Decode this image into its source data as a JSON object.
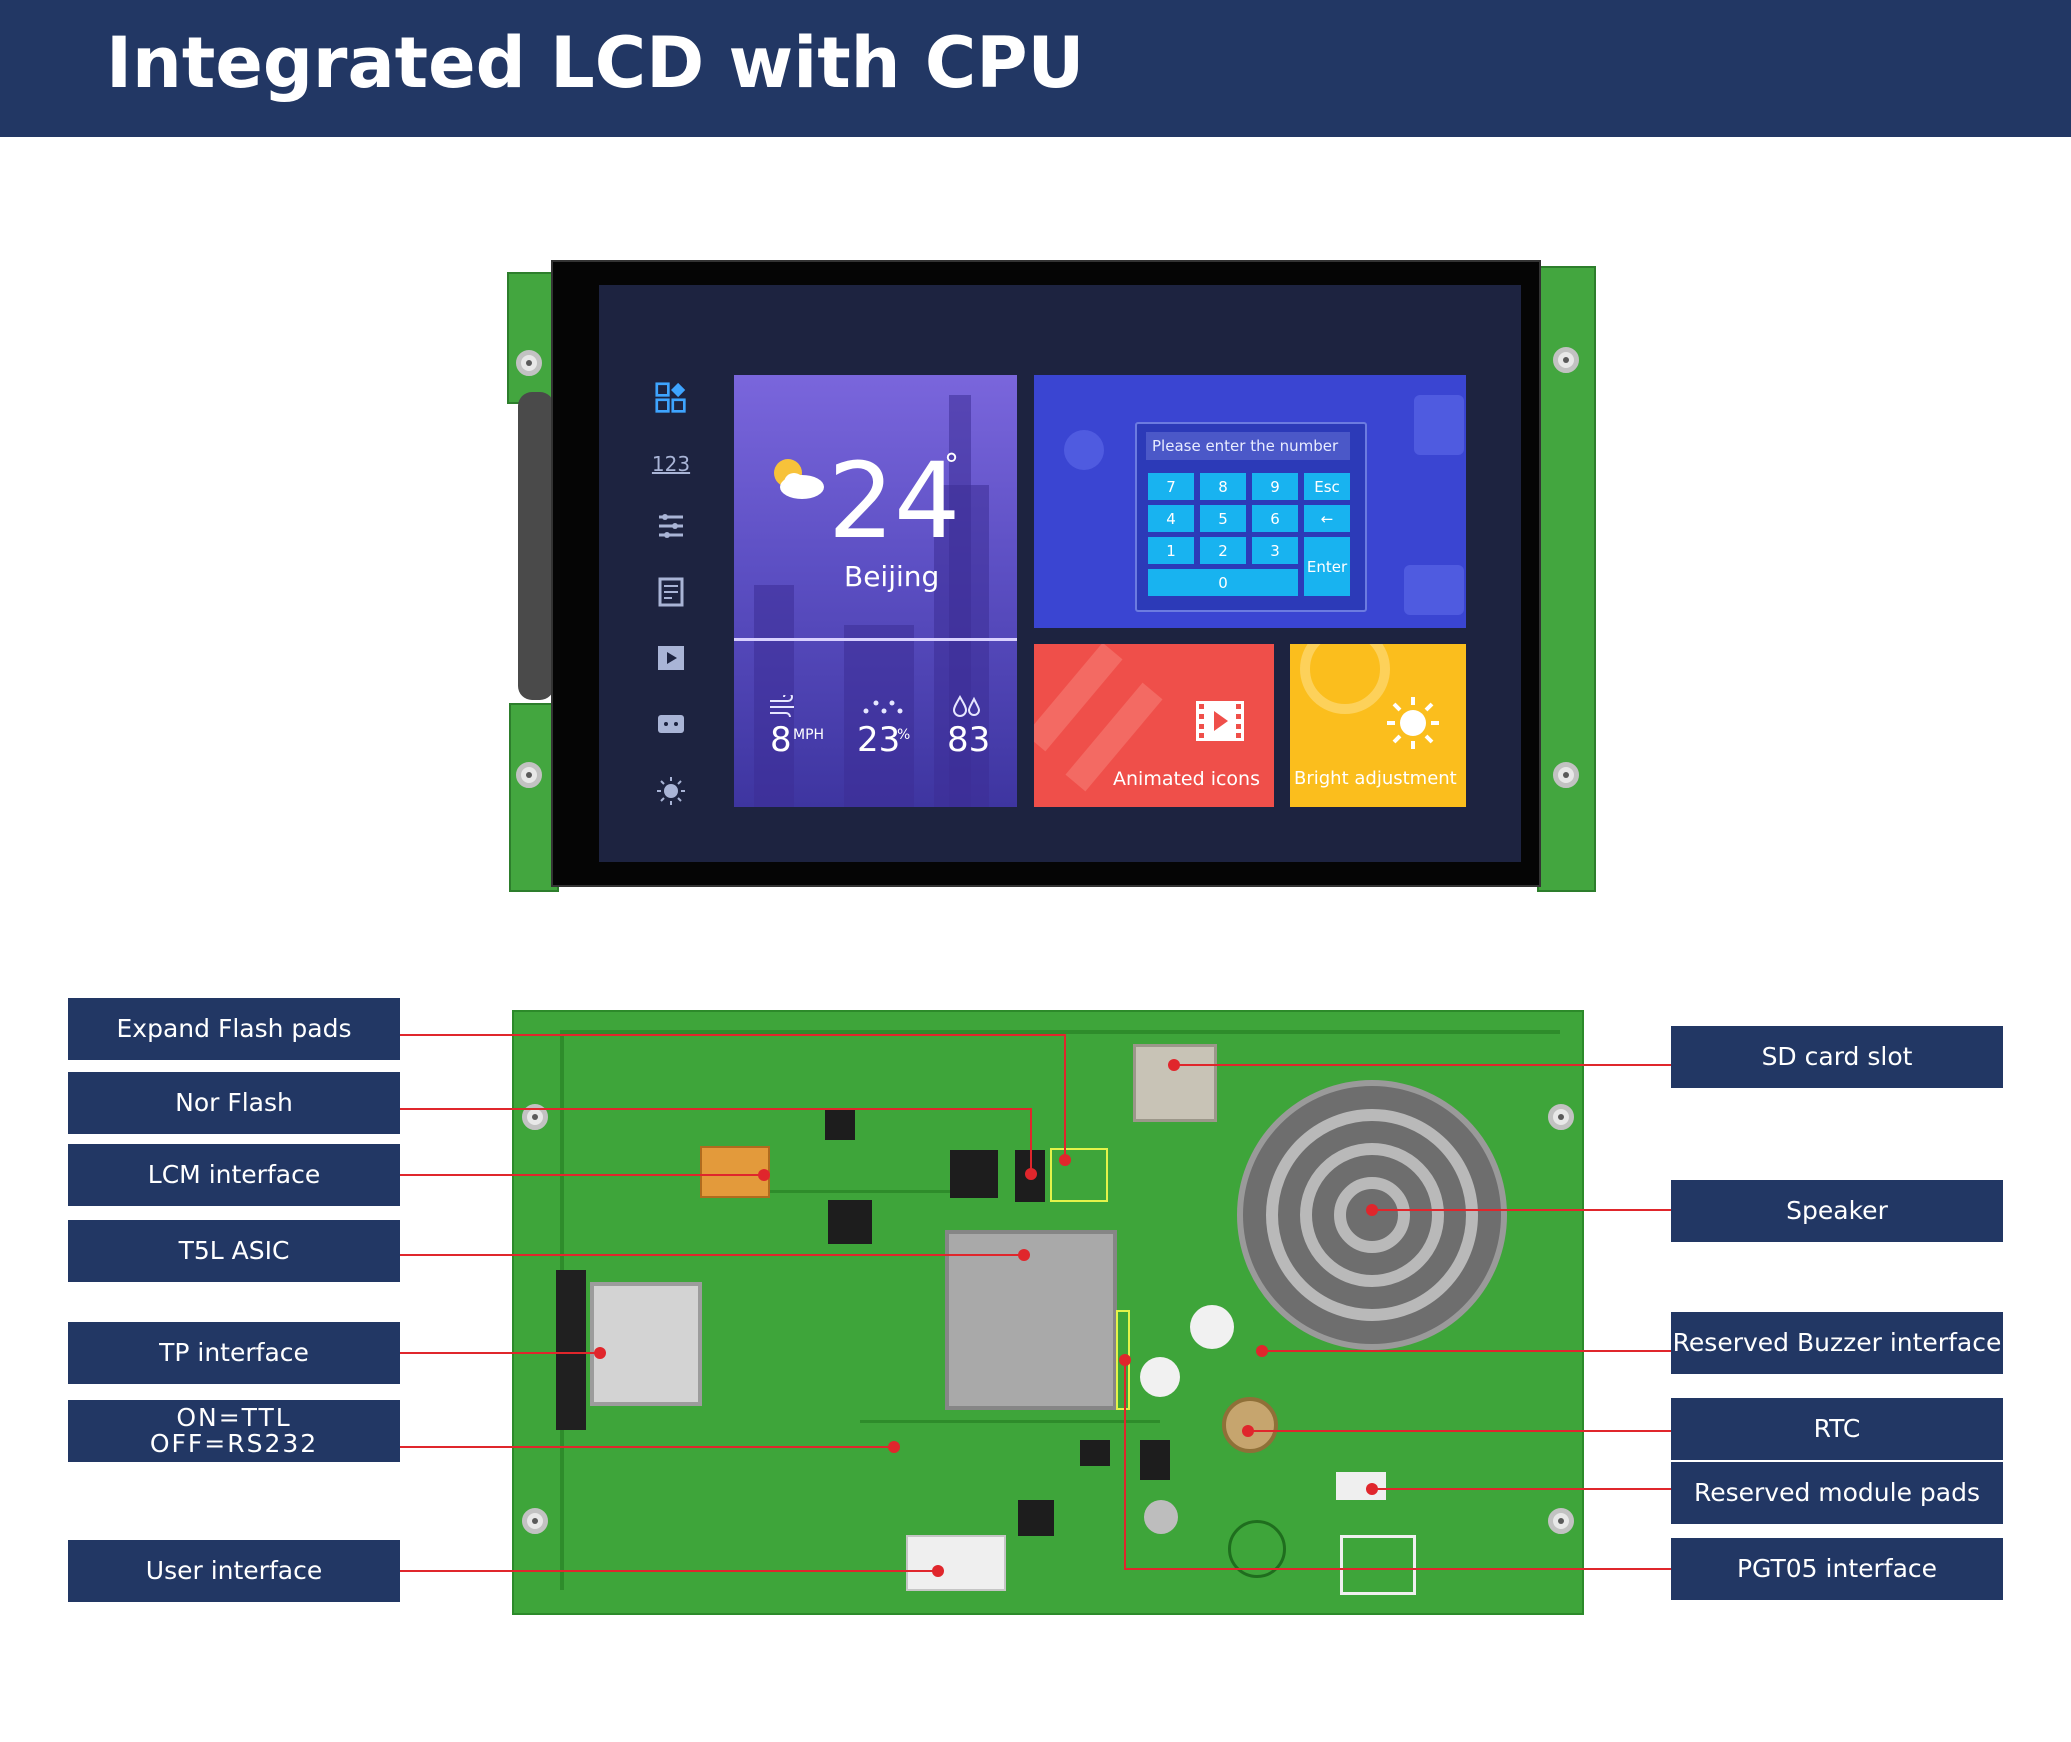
{
  "header": {
    "title": "Integrated LCD with CPU"
  },
  "lcd_ui": {
    "side_icons": [
      "apps-icon",
      "number-pad-icon",
      "sliders-icon",
      "notes-icon",
      "video-icon",
      "chat-icon",
      "brightness-icon"
    ],
    "side_icon_123": "123",
    "weather": {
      "temperature": "24",
      "degree": "°",
      "city": "Beijing",
      "wind_value": "8",
      "wind_unit": "MPH",
      "precip_value": "23",
      "precip_unit": "%",
      "humidity_value": "83"
    },
    "keypad": {
      "prompt": "Please enter the number",
      "keys_row1": [
        "7",
        "8",
        "9",
        "Esc"
      ],
      "keys_row2": [
        "4",
        "5",
        "6",
        "←"
      ],
      "keys_row3": [
        "1",
        "2",
        "3"
      ],
      "key_zero": "0",
      "key_enter": "Enter"
    },
    "tiles": {
      "animated": "Animated icons",
      "bright": "Bright adjustment"
    }
  },
  "callouts": {
    "left": [
      {
        "id": "expand-flash",
        "text": "Expand Flash pads"
      },
      {
        "id": "nor-flash",
        "text": "Nor Flash"
      },
      {
        "id": "lcm",
        "text": "LCM interface"
      },
      {
        "id": "asic",
        "text": "T5L ASIC"
      },
      {
        "id": "tp",
        "text": "TP interface"
      },
      {
        "id": "ttl-line1",
        "text": "ON=TTL"
      },
      {
        "id": "ttl-line2",
        "text": "OFF=RS232"
      },
      {
        "id": "user",
        "text": "User interface"
      }
    ],
    "right": [
      {
        "id": "sd",
        "text": "SD card slot"
      },
      {
        "id": "speaker",
        "text": "Speaker"
      },
      {
        "id": "buzzer",
        "text": "Reserved Buzzer interface"
      },
      {
        "id": "rtc",
        "text": "RTC"
      },
      {
        "id": "module",
        "text": "Reserved module pads"
      },
      {
        "id": "pgt05",
        "text": "PGT05 interface"
      }
    ]
  },
  "colors": {
    "header": "#223764",
    "label_bg": "#223764",
    "line": "#e0262c",
    "pcb": "#3ea53a"
  }
}
